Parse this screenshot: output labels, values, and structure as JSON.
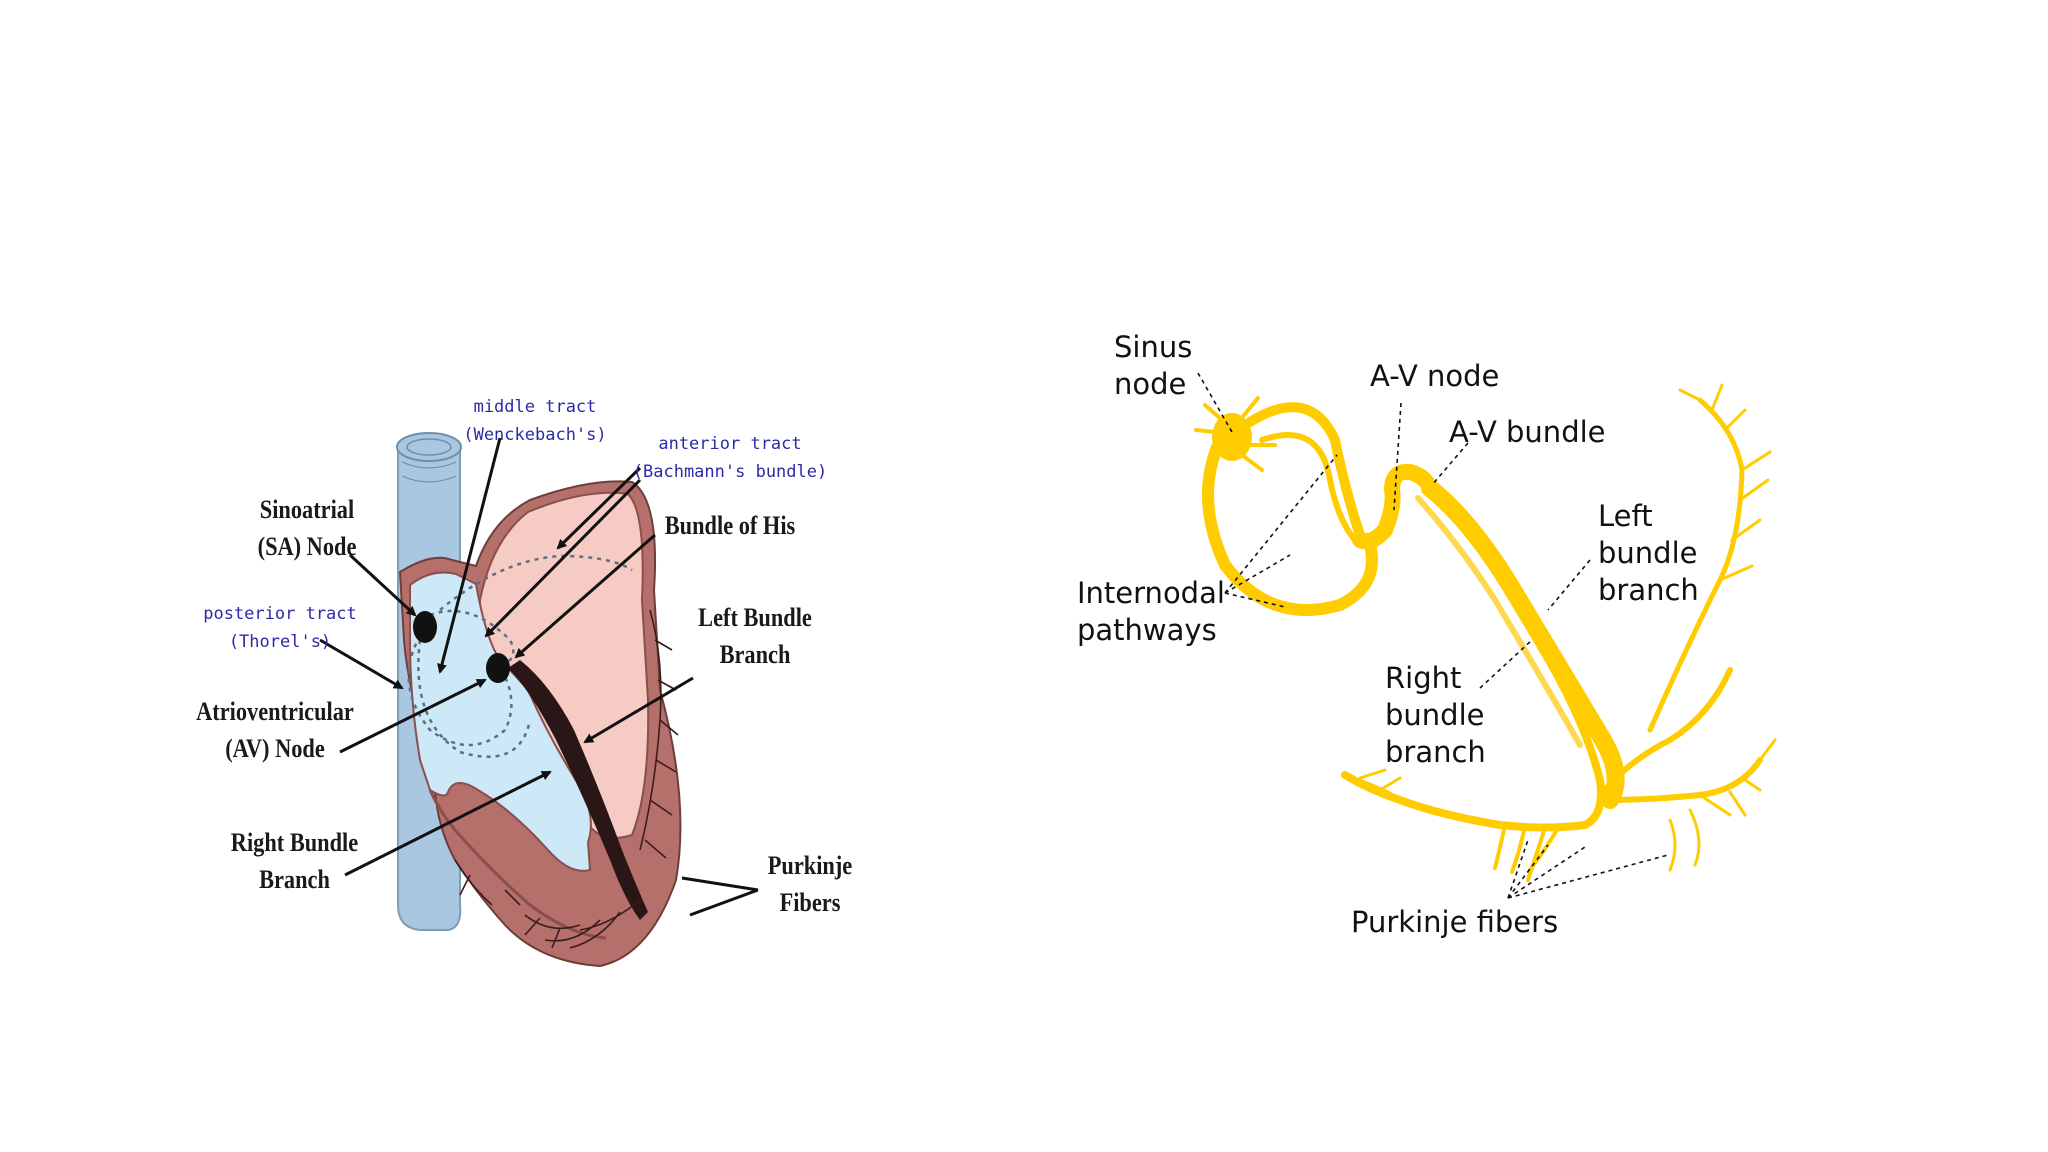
{
  "left_diagram": {
    "middle_tract": [
      "middle tract",
      "(Wenckebach's)"
    ],
    "anterior_tract": [
      "anterior tract",
      "(Bachmann's bundle)"
    ],
    "sa_node": [
      "Sinoatrial",
      "(SA) Node"
    ],
    "bundle_of_his": "Bundle of His",
    "posterior_tract": [
      "posterior tract",
      "(Thorel's)"
    ],
    "left_bundle_branch": [
      "Left Bundle",
      "Branch"
    ],
    "av_node": [
      "Atrioventricular",
      "(AV) Node"
    ],
    "right_bundle_branch": [
      "Right Bundle",
      "Branch"
    ],
    "purkinje_fibers": [
      "Purkinje",
      "Fibers"
    ]
  },
  "right_diagram": {
    "sinus_node": [
      "Sinus",
      "node"
    ],
    "av_node": "A-V node",
    "av_bundle": "A-V bundle",
    "left_bundle_branch": [
      "Left",
      "bundle",
      "branch"
    ],
    "internodal_pathways": [
      "Internodal",
      "pathways"
    ],
    "right_bundle_branch": [
      "Right",
      "bundle",
      "branch"
    ],
    "purkinje_fibers": "Purkinje fibers"
  },
  "colors": {
    "vessel": "#a9c7e0",
    "right_atrium": "#cde8f6",
    "left_chamber": "#f5cbc4",
    "myocardium": "#b6706b",
    "conduction_yellow": "#ffcc00",
    "mono_label": "#2b2baa"
  }
}
